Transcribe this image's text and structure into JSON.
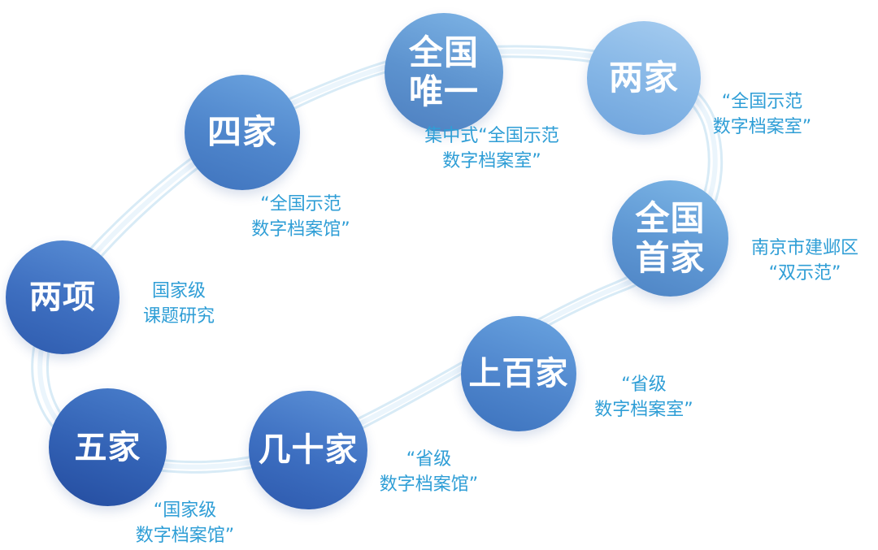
{
  "nodes": [
    {
      "key": "quanguo_weiyi",
      "lines": [
        "全国",
        "唯一"
      ],
      "caption": [
        "集中式“全国示范",
        "数字档案室”"
      ]
    },
    {
      "key": "liangjia",
      "lines": [
        "两家"
      ],
      "caption": [
        "“全国示范",
        "数字档案室”"
      ]
    },
    {
      "key": "sijia",
      "lines": [
        "四家"
      ],
      "caption": [
        "“全国示范",
        "数字档案馆”"
      ]
    },
    {
      "key": "quanguo_shoujia",
      "lines": [
        "全国",
        "首家"
      ],
      "caption": [
        "南京市建邺区",
        "“双示范”"
      ]
    },
    {
      "key": "liangxiang",
      "lines": [
        "两项"
      ],
      "caption": [
        "国家级",
        "课题研究"
      ]
    },
    {
      "key": "shangbaijia",
      "lines": [
        "上百家"
      ],
      "caption": [
        "“省级",
        "数字档案室”"
      ]
    },
    {
      "key": "jishijia",
      "lines": [
        "几十家"
      ],
      "caption": [
        "“省级",
        "数字档案馆”"
      ]
    },
    {
      "key": "wujia",
      "lines": [
        "五家"
      ],
      "caption": [
        "“国家级",
        "数字档案馆”"
      ]
    }
  ],
  "colors": {
    "caption_text": "#2f9ed6",
    "ring_stroke": "#cfe6f5",
    "node_text": "#ffffff"
  }
}
